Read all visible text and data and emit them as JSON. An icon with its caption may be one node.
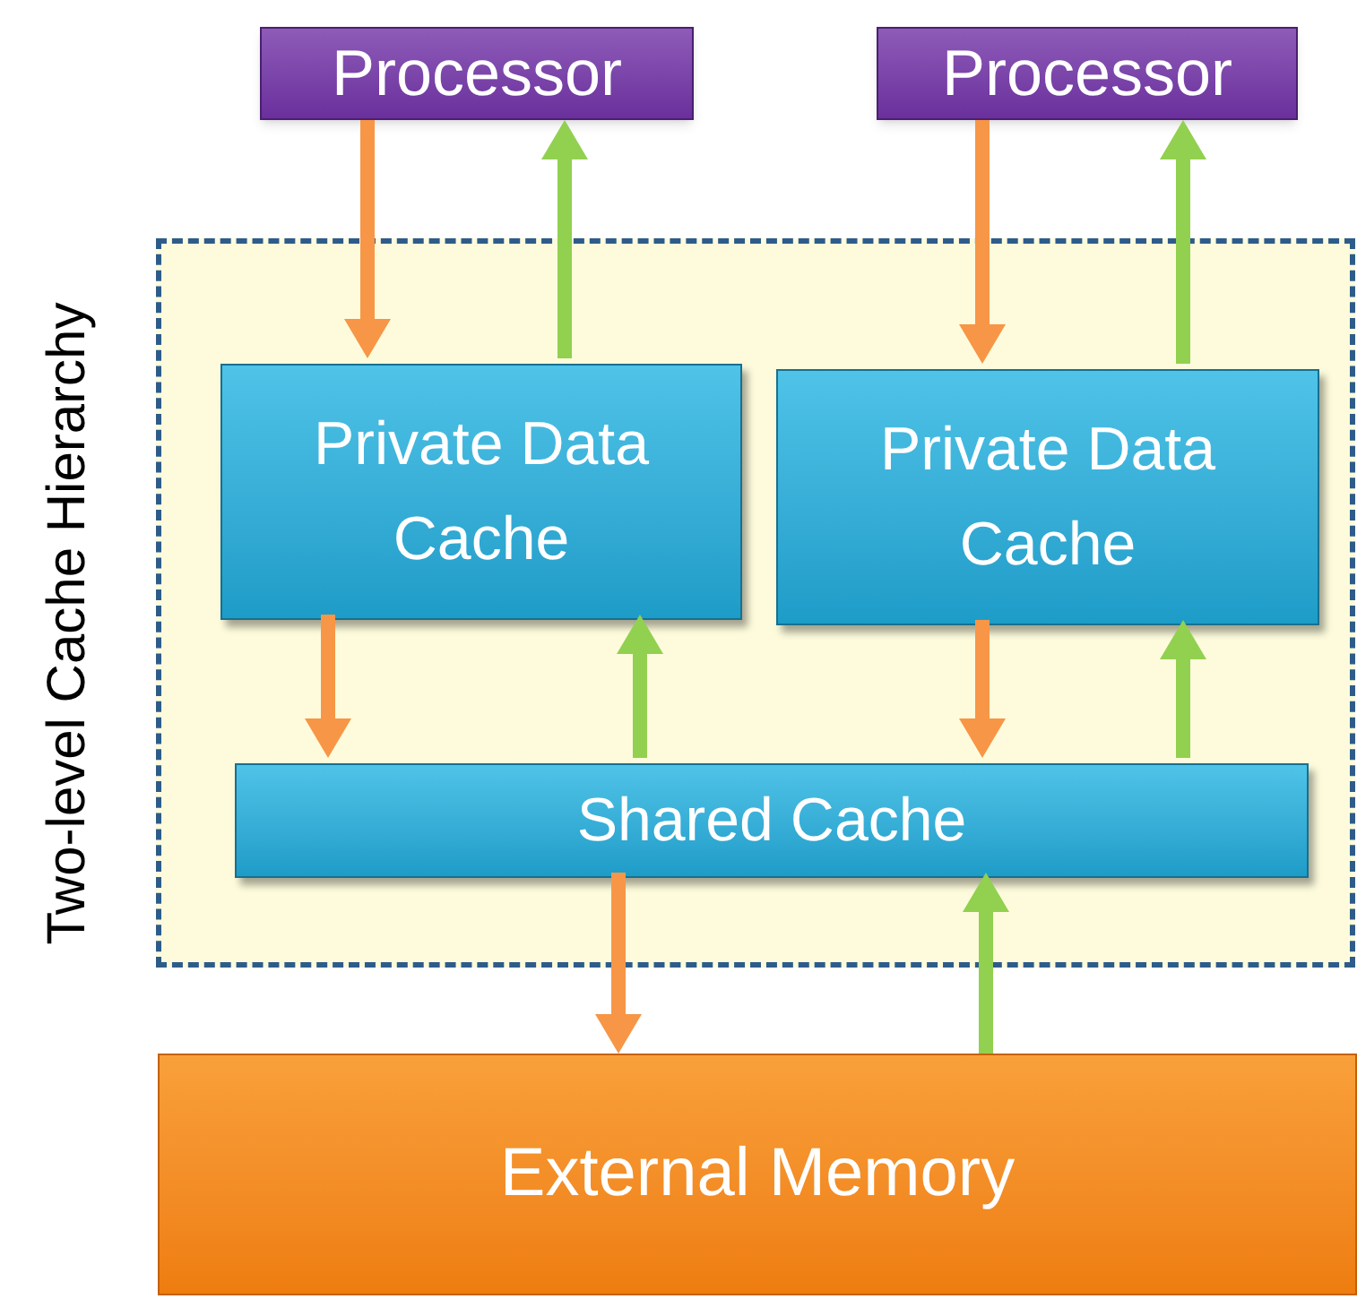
{
  "diagram": {
    "nodes": [
      {
        "text": [
          "Two-level Cache Hierarchy"
        ]
      },
      {
        "text": [
          "Processor"
        ]
      },
      {
        "text": [
          "Processor"
        ]
      },
      {
        "text": [
          "Private Data Cache"
        ],
        "in": 0
      },
      {
        "text": [
          "Private Data Cache"
        ],
        "in": 0
      },
      {
        "text": [
          "Shared Cache"
        ],
        "in": 0
      },
      {
        "text": [
          "External Memory"
        ]
      }
    ],
    "edges": [
      {
        "from": 1,
        "to": 3,
        "arrow": "to",
        "color": "#f79646"
      },
      {
        "from": 3,
        "to": 1,
        "arrow": "to",
        "color": "#92d050"
      },
      {
        "from": 2,
        "to": 4,
        "arrow": "to",
        "color": "#f79646"
      },
      {
        "from": 4,
        "to": 2,
        "arrow": "to",
        "color": "#92d050"
      },
      {
        "from": 3,
        "to": 5,
        "arrow": "to",
        "color": "#f79646"
      },
      {
        "from": 5,
        "to": 3,
        "arrow": "to",
        "color": "#92d050"
      },
      {
        "from": 4,
        "to": 5,
        "arrow": "to",
        "color": "#f79646"
      },
      {
        "from": 5,
        "to": 4,
        "arrow": "to",
        "color": "#92d050"
      },
      {
        "from": 5,
        "to": 6,
        "arrow": "to",
        "color": "#f79646"
      },
      {
        "from": 6,
        "to": 5,
        "arrow": "to",
        "color": "#92d050"
      }
    ]
  }
}
